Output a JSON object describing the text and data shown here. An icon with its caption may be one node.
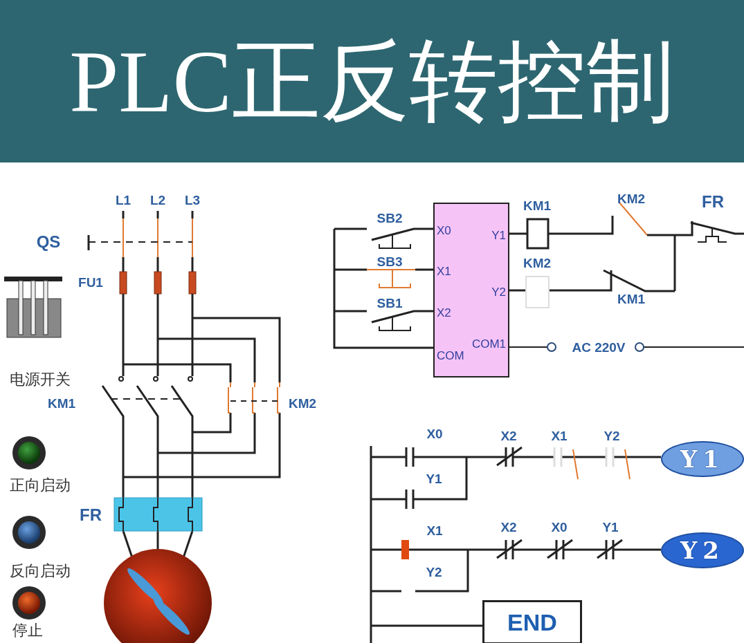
{
  "diagram": {
    "title": "PLC正反转控制",
    "nodes": [
      {
        "text": [
          "X0",
          "X1",
          "X2",
          "COM",
          "Y1",
          "Y2",
          "COM1"
        ]
      },
      {
        "text": [
          "Y1"
        ]
      },
      {
        "text": [
          "Y2"
        ]
      },
      {
        "text": [
          "END"
        ]
      }
    ],
    "edges": [],
    "labels": [
      "L1",
      "L2",
      "L3",
      "QS",
      "FU1",
      "电源开关",
      "KM1",
      "KM2",
      "正向启动",
      "FR",
      "反向启动",
      "停止",
      "SB2",
      "KM1",
      "KM2",
      "FR",
      "SB3",
      "KM2",
      "SB1",
      "KM1",
      "AC 220V",
      "X0",
      "X2",
      "X1",
      "Y2",
      "Y1",
      "X1",
      "X2",
      "X0",
      "Y1",
      "Y2"
    ]
  }
}
